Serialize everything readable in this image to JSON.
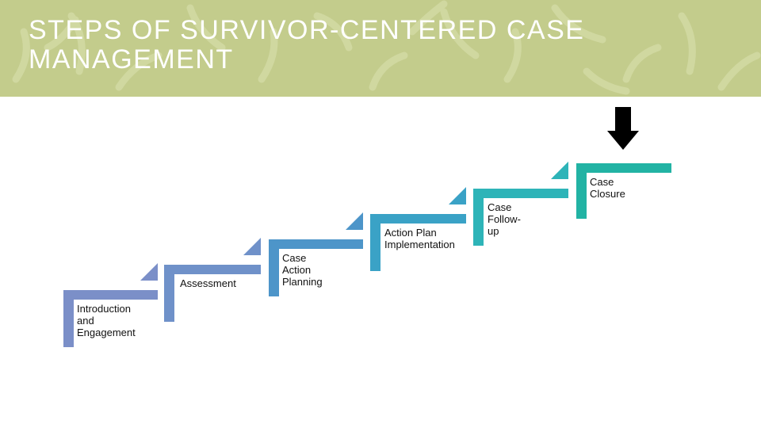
{
  "header": {
    "title": "STEPS OF SURVIVOR-CENTERED CASE MANAGEMENT",
    "background_color": "#c3cc8c"
  },
  "steps": [
    {
      "label": "Introduction\nand\nEngagement",
      "color": "#7b8fc8"
    },
    {
      "label": "Assessment",
      "color": "#6f91c9"
    },
    {
      "label": "Case Action\nPlanning",
      "color": "#4d95c9"
    },
    {
      "label": "Action Plan\nImplementation",
      "color": "#3aa2c6"
    },
    {
      "label": "Case Follow-up",
      "color": "#2eb4b8"
    },
    {
      "label": "Case Closure",
      "color": "#22b3a4"
    }
  ],
  "indicator": {
    "icon": "down-arrow-icon",
    "points_to": "Case Closure"
  }
}
